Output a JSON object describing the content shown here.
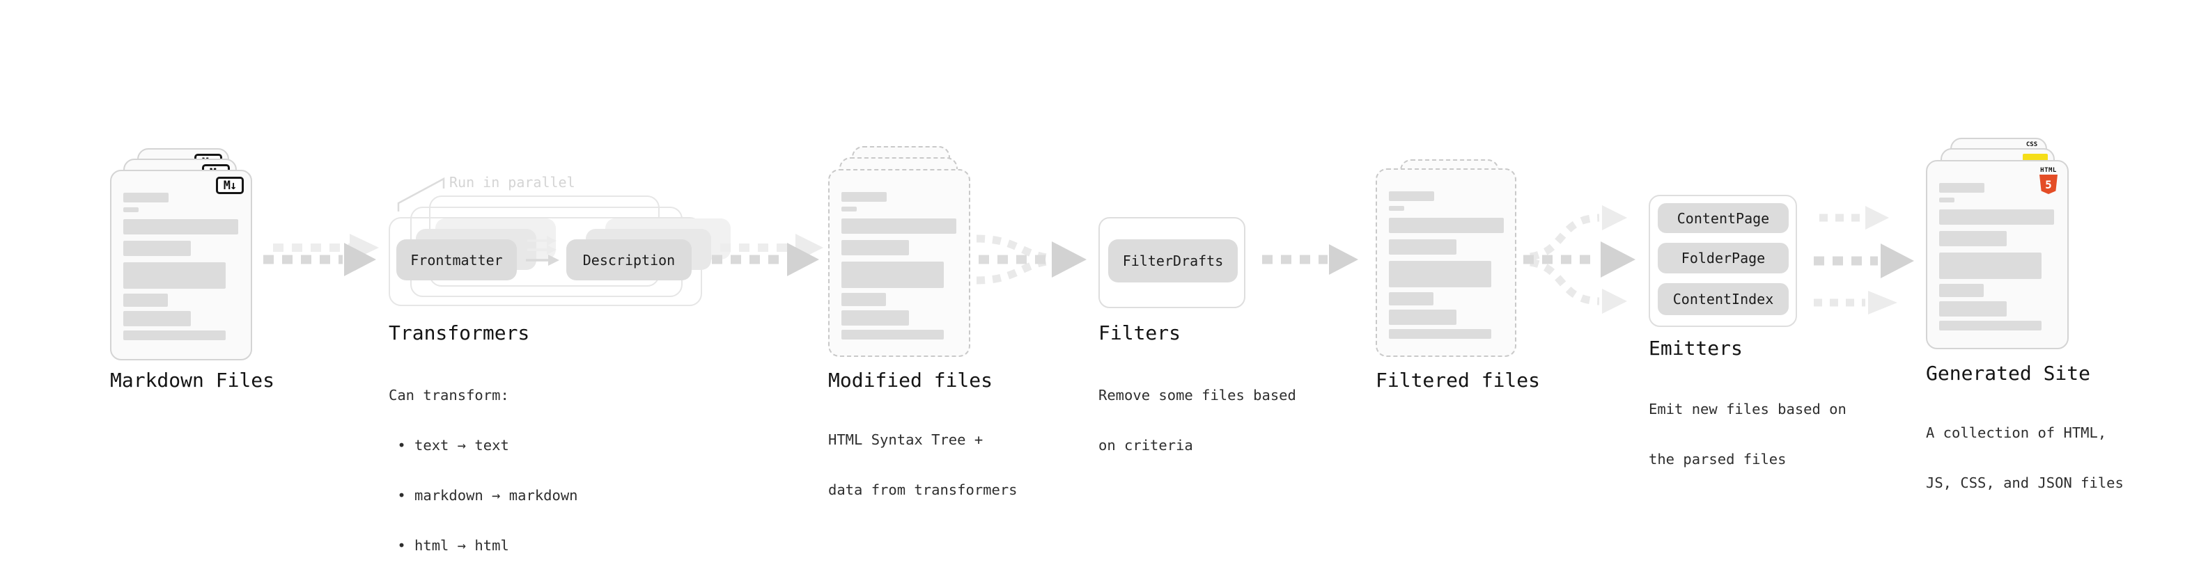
{
  "pipeline": {
    "stages": [
      {
        "id": "markdown-files",
        "label": "Markdown Files"
      },
      {
        "id": "transformers",
        "label": "Transformers",
        "annotation": "Run in parallel",
        "nodes": [
          "Frontmatter",
          "Description"
        ],
        "desc": [
          "Can transform:",
          " • text → text",
          " • markdown → markdown",
          " • html → html"
        ]
      },
      {
        "id": "modified-files",
        "label": "Modified files",
        "desc": [
          "HTML Syntax Tree +",
          "data from transformers"
        ]
      },
      {
        "id": "filters",
        "label": "Filters",
        "nodes": [
          "FilterDrafts"
        ],
        "desc": [
          "Remove some files based",
          "on criteria"
        ]
      },
      {
        "id": "filtered-files",
        "label": "Filtered files"
      },
      {
        "id": "emitters",
        "label": "Emitters",
        "nodes": [
          "ContentPage",
          "FolderPage",
          "ContentIndex"
        ],
        "desc": [
          "Emit new files based on",
          "the parsed files"
        ]
      },
      {
        "id": "generated-site",
        "label": "Generated Site",
        "desc": [
          "A collection of HTML,",
          "JS, CSS, and JSON files"
        ]
      }
    ],
    "badges": {
      "markdown": "M↓",
      "html5_label": "HTML",
      "html5_number": "5",
      "css_label": "CSS"
    },
    "colors": {
      "html5_orange": "#e44d26",
      "js_yellow": "#f5de19",
      "css_blue": "#2f62f0",
      "arrow_gray": "#d9d9d9",
      "bar_gray": "#dcdcdc"
    }
  }
}
